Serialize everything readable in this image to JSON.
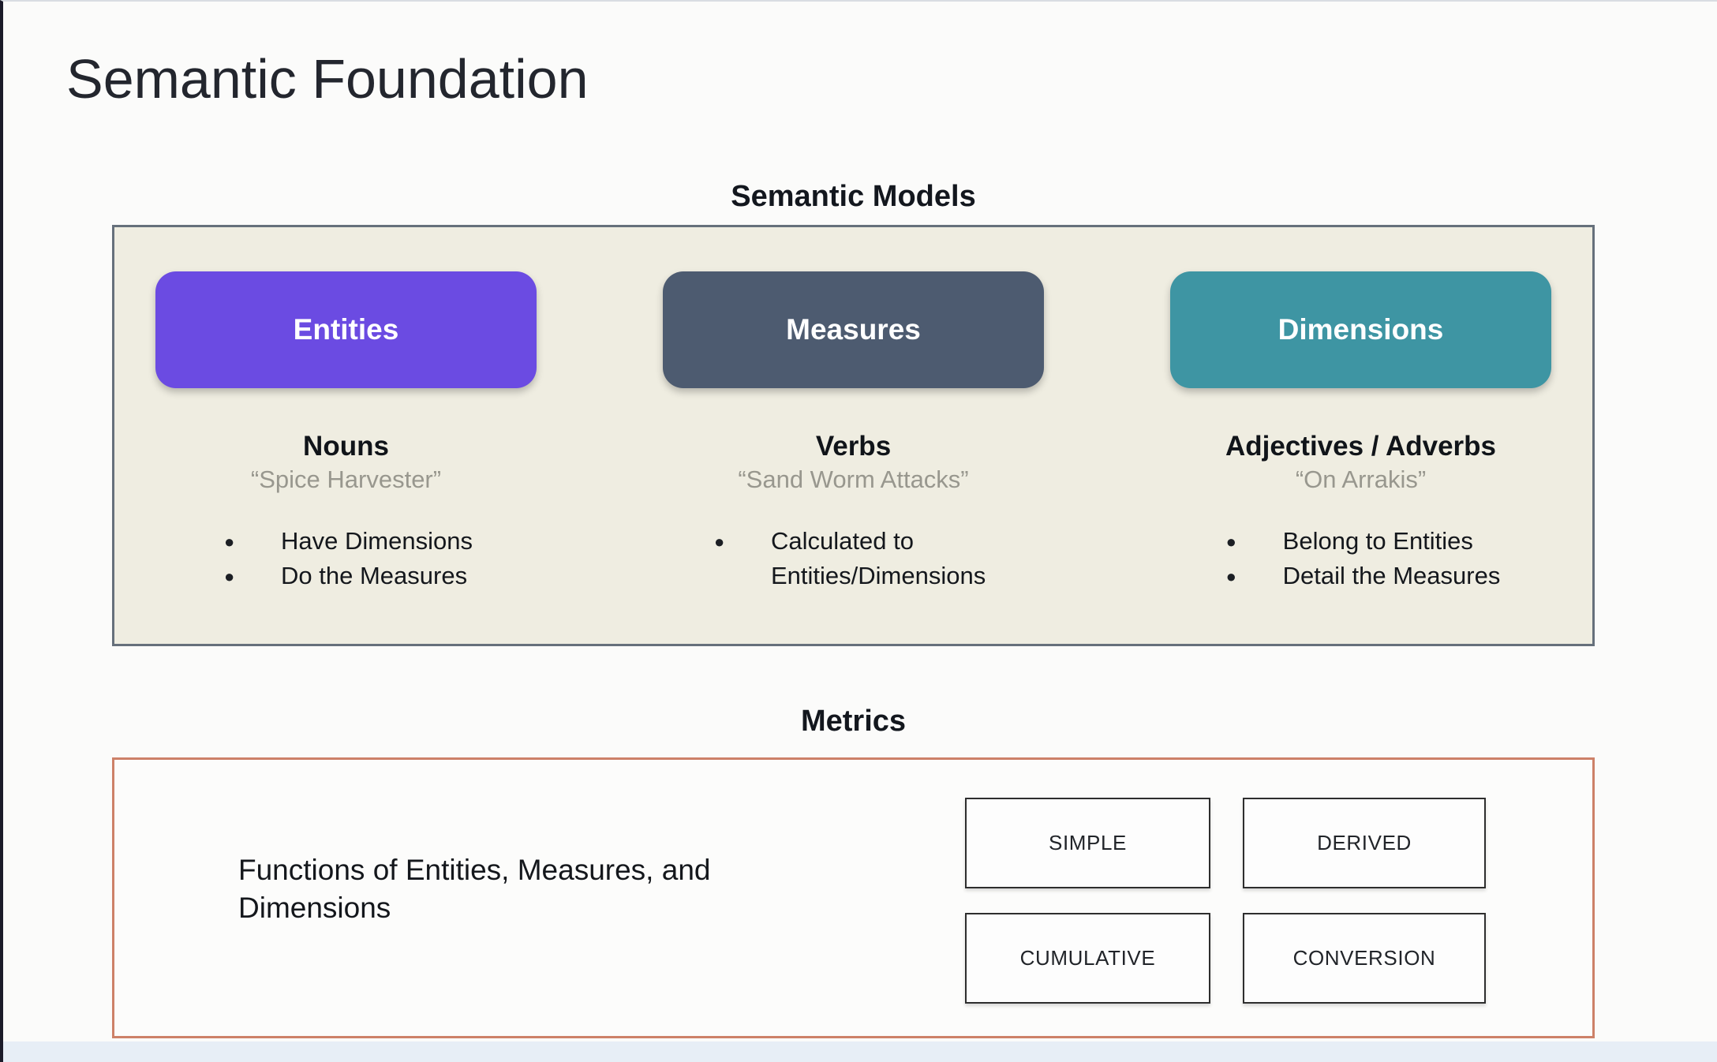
{
  "page": {
    "title": "Semantic Foundation"
  },
  "colors": {
    "entities_pill": "#6B4BE2",
    "measures_pill": "#4D5B70",
    "dimensions_pill": "#3E95A3",
    "semantic_panel_bg": "#EFEDE1",
    "semantic_panel_border": "#66707B",
    "metrics_panel_border": "#CD8168"
  },
  "semantic_models": {
    "heading": "Semantic Models",
    "columns": [
      {
        "button": "Entities",
        "color": "#6B4BE2",
        "heading": "Nouns",
        "example": "“Spice Harvester”",
        "bullets": [
          "Have Dimensions",
          "Do the Measures"
        ]
      },
      {
        "button": "Measures",
        "color": "#4D5B70",
        "heading": "Verbs",
        "example": "“Sand Worm Attacks”",
        "bullets": [
          "Calculated to Entities/Dimensions"
        ]
      },
      {
        "button": "Dimensions",
        "color": "#3E95A3",
        "heading": "Adjectives / Adverbs",
        "example": "“On Arrakis”",
        "bullets": [
          "Belong to Entities",
          "Detail the Measures"
        ]
      }
    ]
  },
  "metrics": {
    "heading": "Metrics",
    "description": "Functions of Entities, Measures, and Dimensions",
    "types": [
      "SIMPLE",
      "DERIVED",
      "CUMULATIVE",
      "CONVERSION"
    ]
  }
}
